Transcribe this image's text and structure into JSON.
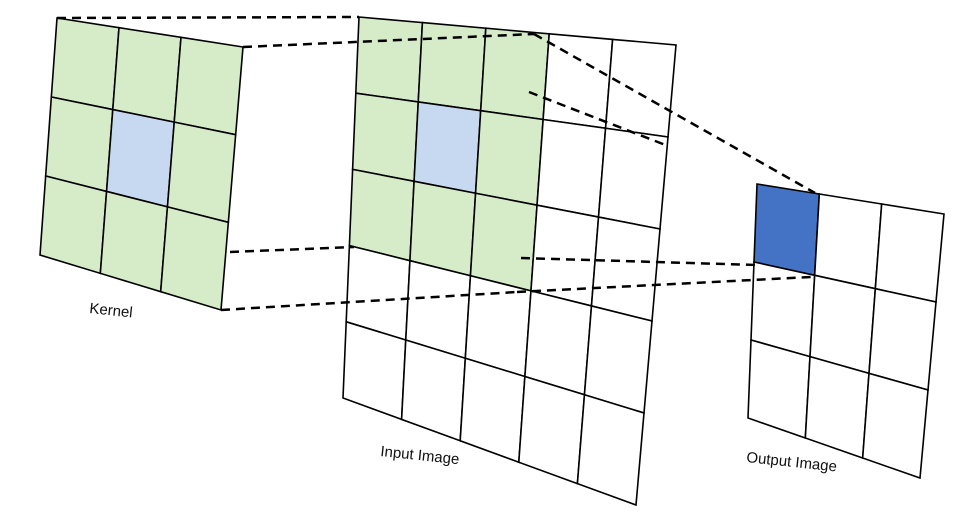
{
  "labels": {
    "kernel": "Kernel",
    "input": "Input Image",
    "output": "Output Image"
  },
  "grids": {
    "kernel": {
      "rows": 3,
      "cols": 3
    },
    "input": {
      "rows": 5,
      "cols": 5
    },
    "output": {
      "rows": 3,
      "cols": 3
    }
  },
  "colors": {
    "kernel_fill": "#d6ebc8",
    "kernel_center": "#c6d9f1",
    "output_highlight": "#4472c4",
    "line": "#000000"
  }
}
